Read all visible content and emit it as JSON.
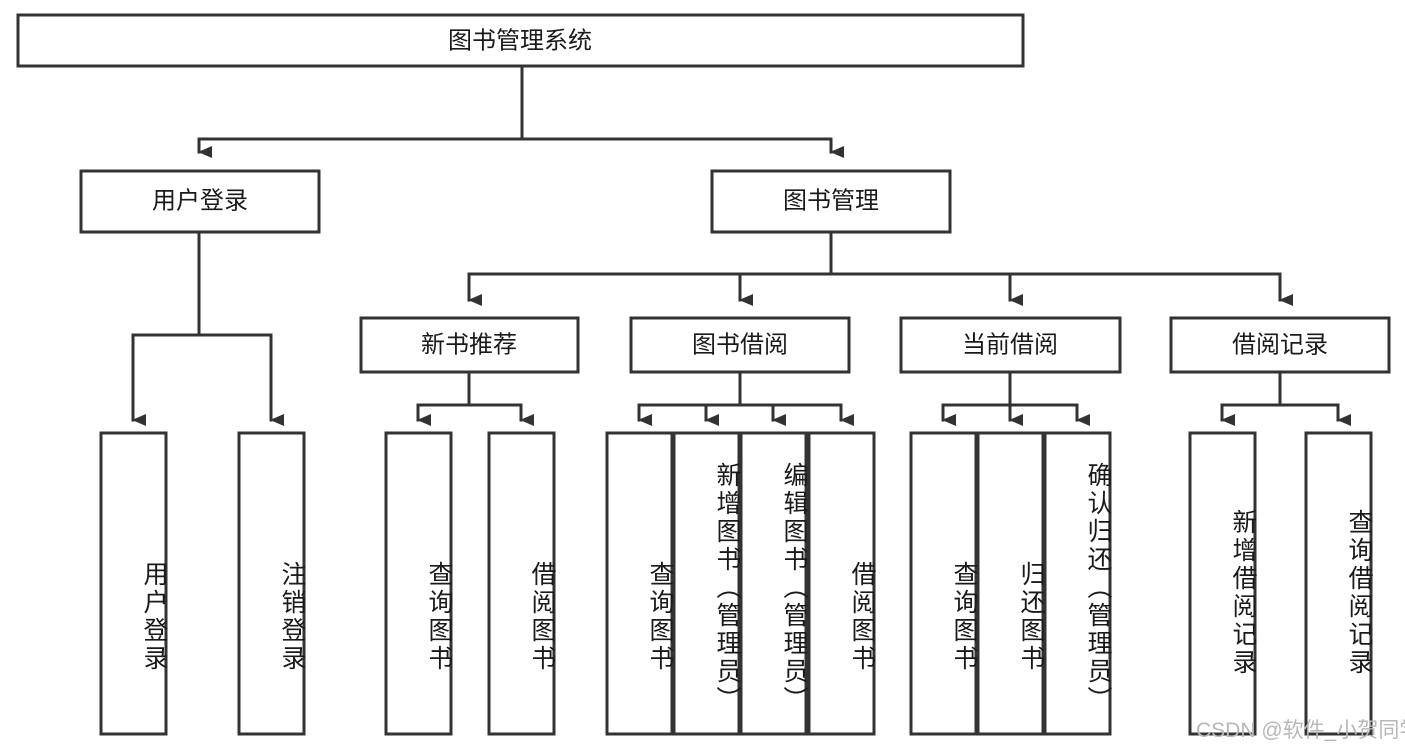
{
  "diagram": {
    "title": "图书管理系统",
    "type": "tree-hierarchy",
    "root": {
      "id": "root",
      "label": "图书管理系统",
      "orientation": "horizontal"
    },
    "level2": [
      {
        "id": "user-login",
        "label": "用户登录",
        "orientation": "horizontal"
      },
      {
        "id": "book-management",
        "label": "图书管理",
        "orientation": "horizontal"
      }
    ],
    "level3": [
      {
        "id": "new-book-recommend",
        "label": "新书推荐",
        "orientation": "horizontal",
        "parent": "book-management"
      },
      {
        "id": "book-borrow",
        "label": "图书借阅",
        "orientation": "horizontal",
        "parent": "book-management"
      },
      {
        "id": "current-borrow",
        "label": "当前借阅",
        "orientation": "horizontal",
        "parent": "book-management"
      },
      {
        "id": "borrow-record",
        "label": "借阅记录",
        "orientation": "horizontal",
        "parent": "book-management"
      }
    ],
    "leaves": [
      {
        "id": "leaf-user-login",
        "label": "用户登录",
        "parent": "user-login",
        "orientation": "vertical"
      },
      {
        "id": "leaf-user-logout",
        "label": "注销登录",
        "parent": "user-login",
        "orientation": "vertical"
      },
      {
        "id": "leaf-query-book-1",
        "label": "查询图书",
        "parent": "new-book-recommend",
        "orientation": "vertical"
      },
      {
        "id": "leaf-borrow-book-1",
        "label": "借阅图书",
        "parent": "new-book-recommend",
        "orientation": "vertical"
      },
      {
        "id": "leaf-query-book-2",
        "label": "查询图书",
        "parent": "book-borrow",
        "orientation": "vertical"
      },
      {
        "id": "leaf-add-book",
        "label": "新增图书（管理员）",
        "parent": "book-borrow",
        "orientation": "vertical"
      },
      {
        "id": "leaf-edit-book",
        "label": "编辑图书（管理员）",
        "parent": "book-borrow",
        "orientation": "vertical"
      },
      {
        "id": "leaf-borrow-book-2",
        "label": "借阅图书",
        "parent": "book-borrow",
        "orientation": "vertical"
      },
      {
        "id": "leaf-query-book-3",
        "label": "查询图书",
        "parent": "current-borrow",
        "orientation": "vertical"
      },
      {
        "id": "leaf-return-book",
        "label": "归还图书",
        "parent": "current-borrow",
        "orientation": "vertical"
      },
      {
        "id": "leaf-confirm-return",
        "label": "确认归还（管理员）",
        "parent": "current-borrow",
        "orientation": "vertical"
      },
      {
        "id": "leaf-add-record",
        "label": "新增借阅记录",
        "parent": "borrow-record",
        "orientation": "vertical"
      },
      {
        "id": "leaf-query-record",
        "label": "查询借阅记录",
        "parent": "borrow-record",
        "orientation": "vertical"
      }
    ],
    "colors": {
      "stroke": "#333333",
      "fill": "#ffffff",
      "text": "#1a1a1a",
      "watermark": "#b8b8b8",
      "background": "#ffffff"
    }
  },
  "watermark": {
    "text": "CSDN @软件_小贺同学"
  }
}
